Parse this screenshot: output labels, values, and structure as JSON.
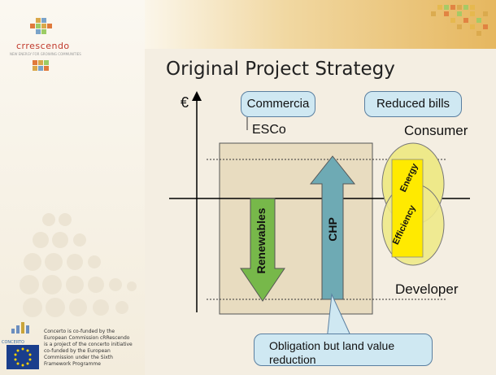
{
  "slide": {
    "title": "Original Project Strategy",
    "logo": "crrescendo",
    "logo_tagline": "NEW ENERGY FOR GROWING COMMUNITIES",
    "concerto_label": "CONCERTO",
    "footer_text": "Concerto is co-funded by the European Commission cRRescendo is a project of the concerto initiative co-funded by the European Commission under the Sixth Framework Programme"
  },
  "diagram": {
    "axis_label": "€",
    "callouts": {
      "commercial": "Commercia",
      "reduced_bills": "Reduced bills",
      "obligation": "Obligation but land value reduction"
    },
    "labels": {
      "esco": "ESCo",
      "consumer": "Consumer",
      "developer": "Developer"
    },
    "arrows": {
      "renewables": "Renewables",
      "chp": "CHP",
      "energy": "Energy",
      "efficiency": "Efficiency"
    },
    "colors": {
      "box_fill": "#e8dcc0",
      "renewables_green": "#77b84a",
      "chp_teal": "#6eaab4",
      "ellipse_yellow": "#eee98a",
      "energy_yellow": "#ffea00",
      "callout_blue": "#cfe8f2"
    }
  }
}
